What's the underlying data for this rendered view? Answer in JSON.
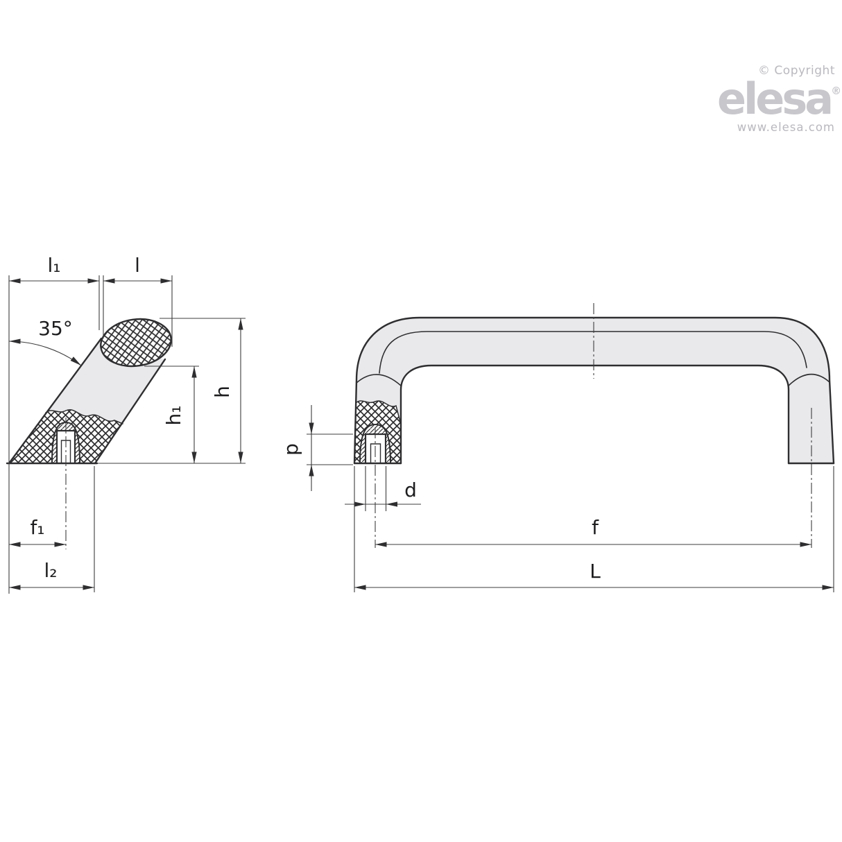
{
  "branding": {
    "copyright": "© Copyright",
    "brand": "elesa",
    "registered": "®",
    "website": "www.elesa.com"
  },
  "views": {
    "side_view": {
      "dimension_labels": {
        "l1": "l₁",
        "l": "l",
        "angle": "35°",
        "h": "h",
        "h1": "h₁",
        "f1": "f₁",
        "l2": "l₂"
      }
    },
    "front_view": {
      "dimension_labels": {
        "p": "p",
        "d": "d",
        "f": "f",
        "L": "L"
      }
    }
  },
  "colors": {
    "line": "#2e2e30",
    "dim": "#3c3c3e",
    "text": "#1d1d1f",
    "fill": "#e9e9ec",
    "logo": "#c7c7cc",
    "logo_muted": "#b9b9bf",
    "bg": "#ffffff"
  }
}
